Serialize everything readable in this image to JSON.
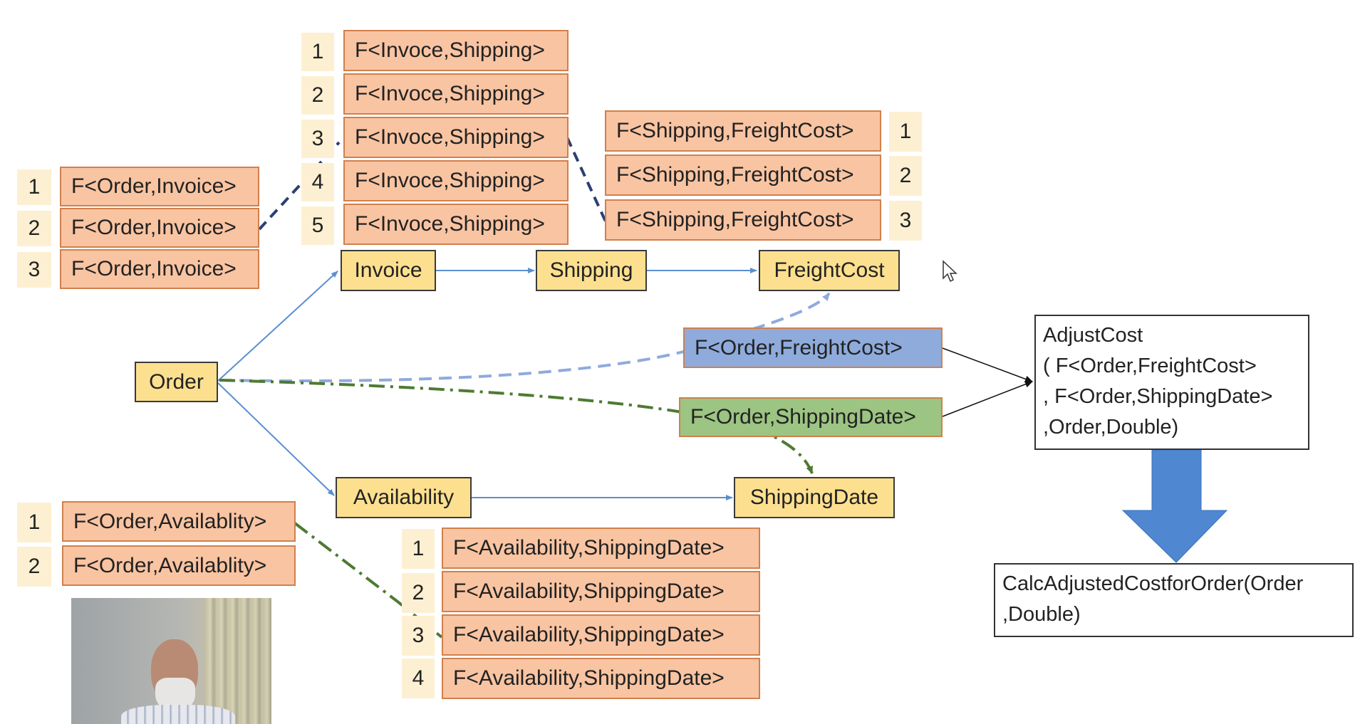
{
  "colors": {
    "orange_fill": "#f9c4a2",
    "yellow_fill": "#fde08f",
    "blue_fill": "#8eabdc",
    "green_fill": "#9cc482",
    "arrow_blue": "#5b8fcf",
    "dash_navy": "#2a3f73",
    "dash_lightblue": "#8faadc",
    "dash_green": "#4e7a32"
  },
  "order_invoice": {
    "numbers": [
      "1",
      "2",
      "3"
    ],
    "labels": [
      "F<Order,Invoice>",
      "F<Order,Invoice>",
      "F<Order,Invoice>"
    ]
  },
  "invoice_shipping": {
    "numbers": [
      "1",
      "2",
      "3",
      "4",
      "5"
    ],
    "labels": [
      "F<Invoce,Shipping>",
      "F<Invoce,Shipping>",
      "F<Invoce,Shipping>",
      "F<Invoce,Shipping>",
      "F<Invoce,Shipping>"
    ]
  },
  "shipping_freight": {
    "numbers": [
      "1",
      "2",
      "3"
    ],
    "labels": [
      "F<Shipping,FreightCost>",
      "F<Shipping,FreightCost>",
      "F<Shipping,FreightCost>"
    ]
  },
  "order_availability": {
    "numbers": [
      "1",
      "2"
    ],
    "labels": [
      "F<Order,Availablity>",
      "F<Order,Availablity>"
    ]
  },
  "availability_shippingdate": {
    "numbers": [
      "1",
      "2",
      "3",
      "4"
    ],
    "labels": [
      "F<Availability,ShippingDate>",
      "F<Availability,ShippingDate>",
      "F<Availability,ShippingDate>",
      "F<Availability,ShippingDate>"
    ]
  },
  "nodes": {
    "order": "Order",
    "invoice": "Invoice",
    "shipping": "Shipping",
    "freightcost": "FreightCost",
    "availability": "Availability",
    "shippingdate": "ShippingDate"
  },
  "composed": {
    "order_freightcost": "F<Order,FreightCost>",
    "order_shippingdate": "F<Order,ShippingDate>"
  },
  "adjustcost": {
    "lines": [
      "AdjustCost",
      "( F<Order,FreightCost>",
      ", F<Order,ShippingDate>",
      ",Order,Double)"
    ]
  },
  "calc": {
    "lines": [
      "CalcAdjustedCostforOrder(Order",
      ",Double)"
    ]
  },
  "icons": [
    "mouse-pointer-icon",
    "down-arrow-icon"
  ]
}
